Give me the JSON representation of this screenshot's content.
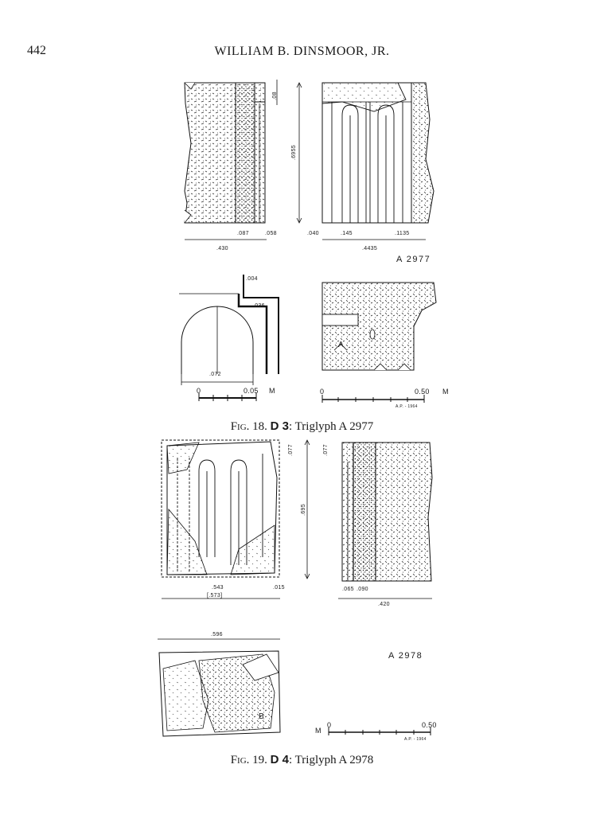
{
  "header": {
    "page_number": "442",
    "running_title": "WILLIAM B. DINSMOOR, JR."
  },
  "fig18": {
    "caption_prefix": "Fig. 18.",
    "caption_bold": "D 3",
    "caption_rest": ": Triglyph A 2977",
    "inventory": "A 2977",
    "dims": {
      "top_small": ".08",
      "height": ".6955",
      "d087": ".087",
      "d058": ".058",
      "d430": ".430",
      "d040": ".040",
      "d145": ".145",
      "d1135": ".1135",
      "d4435": ".4435",
      "d004": ".004",
      "d036": ".036",
      "d072": ".072"
    },
    "scale_small": {
      "start": "0",
      "end": "0.05",
      "unit": "M"
    },
    "scale_large": {
      "start": "0",
      "end": "0.50",
      "unit": "M",
      "credit": "A.P. - 1964"
    },
    "mark": "A"
  },
  "fig19": {
    "caption_prefix": "Fig. 19.",
    "caption_bold": "D 4",
    "caption_rest": ": Triglyph A 2978",
    "inventory": "A 2978",
    "dims": {
      "top_left": ".077",
      "top_right": ".077",
      "height": ".695",
      "d543": ".543",
      "d573": "[.573]",
      "d015": ".015",
      "d065": ".065",
      "d090": ".090",
      "d420": ".420",
      "d596": ".596"
    },
    "scale": {
      "unit": "M",
      "start": "0",
      "end": "0.50",
      "credit": "A.P. - 1964"
    },
    "mark": "B"
  }
}
